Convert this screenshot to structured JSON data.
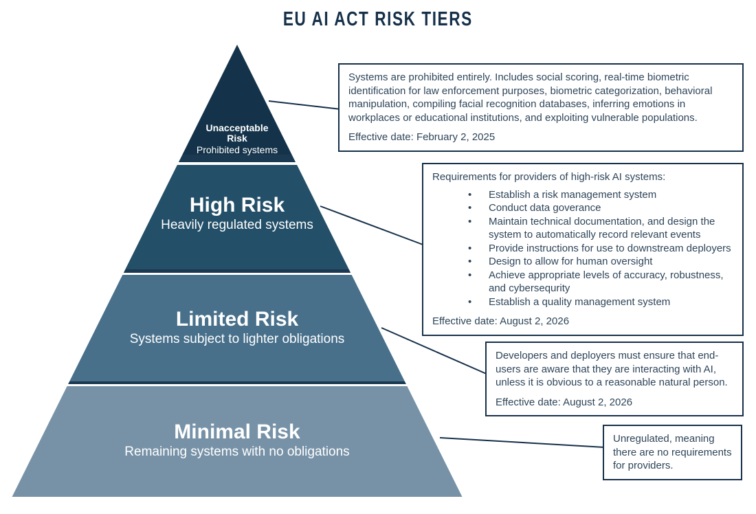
{
  "title": "EU AI ACT RISK TIERS",
  "colors": {
    "tier_unacceptable": "#14334a",
    "tier_high": "#234f68",
    "tier_limited": "#48708b",
    "tier_minimal": "#7792a7",
    "divider_bar": "#1b3950",
    "connector_line": "#16304a",
    "box_border": "#16304a",
    "body_text": "#2e4559"
  },
  "tiers": [
    {
      "title_line1": "Unacceptable",
      "title_line2": "Risk",
      "subtitle": "Prohibited systems"
    },
    {
      "title": "High Risk",
      "subtitle": "Heavily regulated systems"
    },
    {
      "title": "Limited Risk",
      "subtitle": "Systems subject to lighter obligations"
    },
    {
      "title": "Minimal Risk",
      "subtitle": "Remaining systems with no obligations"
    }
  ],
  "callouts": [
    {
      "body": "Systems are prohibited entirely. Includes social scoring, real-time biometric identification for law enforcement purposes, biometric categorization, behavioral manipulation, compiling facial recognition databases, inferring emotions in workplaces or educational institutions, and exploiting vulnerable populations.",
      "effective_date": "Effective date: February 2, 2025"
    },
    {
      "intro": "Requirements for providers of high-risk AI systems:",
      "bullets": [
        "Establish a risk management system",
        "Conduct data goverance",
        "Maintain technical documentation, and design the system to automatically record relevant events",
        "Provide instructions for use to downstream deployers",
        "Design to allow for human oversight",
        "Achieve appropriate levels of accuracy, robustness, and cybersequrity",
        "Establish a quality management system"
      ],
      "effective_date": "Effective date: August 2, 2026"
    },
    {
      "body": "Developers and deployers must ensure that end-users are aware that they are interacting with AI, unless it is obvious to a reasonable natural person.",
      "effective_date": "Effective date: August 2, 2026"
    },
    {
      "body": "Unregulated, meaning there are no requirements for providers."
    }
  ]
}
